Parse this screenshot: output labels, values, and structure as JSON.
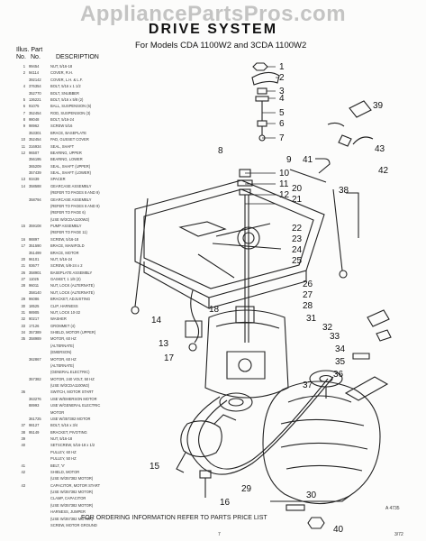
{
  "watermark": "AppliancePartsPros.com",
  "title": "DRIVE SYSTEM",
  "subtitle": "For Models CDA 1100W2 and 3CDA 1100W2",
  "table_header": {
    "illus_label": "Illus. Part",
    "no_label": "No.",
    "part_no_label": "No.",
    "description_label": "DESCRIPTION"
  },
  "parts_list": [
    {
      "no": "1",
      "part": "99454",
      "desc": "NUT, 5/16-18"
    },
    {
      "no": "2",
      "part": "94114",
      "desc": "COVER, R.H."
    },
    {
      "no": "",
      "part": "392142",
      "desc": "COVER, L.H. & L.F."
    },
    {
      "no": "4",
      "part": "376354",
      "desc": "BOLT, 5/16 x 1 1/2"
    },
    {
      "no": "",
      "part": "352770",
      "desc": "BOLT, SNUBBER"
    },
    {
      "no": "5",
      "part": "136221",
      "desc": "BOLT, 5/16 x 5/8 (2)"
    },
    {
      "no": "6",
      "part": "91075",
      "desc": "BALL, SUSPENSION (6)"
    },
    {
      "no": "7",
      "part": "352454",
      "desc": "ROD, SUSPENSION (3)"
    },
    {
      "no": "8",
      "part": "98048",
      "desc": "BOLT, 5/16-24"
    },
    {
      "no": "9",
      "part": "98962",
      "desc": "SCREW 5/16"
    },
    {
      "no": "",
      "part": "353301",
      "desc": "BRACE, BASEPLATE"
    },
    {
      "no": "10",
      "part": "352454",
      "desc": "PAD, GUSSET COVER"
    },
    {
      "no": "11",
      "part": "316934",
      "desc": "SEAL, SHAFT"
    },
    {
      "no": "12",
      "part": "96507",
      "desc": "BEARING, UPPER"
    },
    {
      "no": "",
      "part": "356195",
      "desc": "BEARING, LOWER"
    },
    {
      "no": "",
      "part": "365209",
      "desc": "SEAL, SHAFT (UPPER)"
    },
    {
      "no": "",
      "part": "357439",
      "desc": "SEAL, SHAFT (LOWER)"
    },
    {
      "no": "13",
      "part": "93439",
      "desc": "SPACER"
    },
    {
      "no": "14",
      "part": "358588",
      "desc": "GEARCASE ASSEMBLY"
    },
    {
      "no": "",
      "part": "",
      "desc": "(REFER TO PAGES 8 AND 9)"
    },
    {
      "no": "",
      "part": "358794",
      "desc": "GEARCASE ASSEMBLY"
    },
    {
      "no": "",
      "part": "",
      "desc": "(REFER TO PAGES 8 AND 9)"
    },
    {
      "no": "",
      "part": "",
      "desc": "(REFER TO PAGE 6)"
    },
    {
      "no": "",
      "part": "",
      "desc": "(USE W/3CDA1100W2)"
    },
    {
      "no": "15",
      "part": "359108",
      "desc": "PUMP ASSEMBLY"
    },
    {
      "no": "",
      "part": "",
      "desc": "(REFER TO PAGE 11)"
    },
    {
      "no": "16",
      "part": "98897",
      "desc": "SCREW, 5/16-18"
    },
    {
      "no": "17",
      "part": "351590",
      "desc": "BRACE, MANIFOLD"
    },
    {
      "no": "",
      "part": "351499",
      "desc": "BRACE, MOTOR"
    },
    {
      "no": "20",
      "part": "96101",
      "desc": "NUT, 5/16-24"
    },
    {
      "no": "21",
      "part": "93677",
      "desc": "SCREW, 5/8-24 x 2"
    },
    {
      "no": "26",
      "part": "358901",
      "desc": "BASEPLATE ASSEMBLY"
    },
    {
      "no": "27",
      "part": "11025",
      "desc": "GASKET, 1 1/8 (2)"
    },
    {
      "no": "28",
      "part": "96011",
      "desc": "NUT, LOCK (ALTERNATE)"
    },
    {
      "no": "",
      "part": "358140",
      "desc": "NUT, LOCK (ALTERNATE)"
    },
    {
      "no": "29",
      "part": "96086",
      "desc": "BRACKET, ADJUSTING"
    },
    {
      "no": "30",
      "part": "18525",
      "desc": "CLIP, HARNESS"
    },
    {
      "no": "31",
      "part": "98905",
      "desc": "NUT, LOCK 10-32"
    },
    {
      "no": "32",
      "part": "90217",
      "desc": "WASHER"
    },
    {
      "no": "33",
      "part": "17126",
      "desc": "GROMMET (4)"
    },
    {
      "no": "34",
      "part": "357389",
      "desc": "SHIELD, MOTOR (UPPER)"
    },
    {
      "no": "35",
      "part": "358989",
      "desc": "MOTOR, 60 HZ"
    },
    {
      "no": "",
      "part": "",
      "desc": "(ALTERNATE)"
    },
    {
      "no": "",
      "part": "",
      "desc": "(EMERSON)"
    },
    {
      "no": "",
      "part": "362867",
      "desc": "MOTOR, 60 HZ"
    },
    {
      "no": "",
      "part": "",
      "desc": "(ALTERNATE)"
    },
    {
      "no": "",
      "part": "",
      "desc": "(GENERAL ELECTRIC)"
    },
    {
      "no": "",
      "part": "357382",
      "desc": "MOTOR, 240 VOLT, 50 HZ"
    },
    {
      "no": "",
      "part": "",
      "desc": "(USE W/3CDA1100W2)"
    },
    {
      "no": "36",
      "part": "",
      "desc": "SWITCH, MOTOR START"
    },
    {
      "no": "",
      "part": "363276",
      "desc": "USE W/EMERSON MOTOR"
    },
    {
      "no": "",
      "part": "88993",
      "desc": "USE W/GENERAL ELECTRIC"
    },
    {
      "no": "",
      "part": "",
      "desc": "MOTOR"
    },
    {
      "no": "",
      "part": "361725",
      "desc": "USE W/357382 MOTOR"
    },
    {
      "no": "37",
      "part": "98127",
      "desc": "BOLT, 5/16 x 3/4"
    },
    {
      "no": "38",
      "part": "95149",
      "desc": "BRACKET, PIVOTING"
    },
    {
      "no": "39",
      "part": "",
      "desc": "NUT, 5/16-18"
    },
    {
      "no": "40",
      "part": "",
      "desc": "SETSCREW, 5/16-18 x 1/2"
    },
    {
      "no": "",
      "part": "",
      "desc": "PULLEY, 60 HZ"
    },
    {
      "no": "",
      "part": "",
      "desc": "PULLEY, 50 HZ"
    },
    {
      "no": "41",
      "part": "",
      "desc": "BELT, 'V'"
    },
    {
      "no": "42",
      "part": "",
      "desc": "SHIELD, MOTOR"
    },
    {
      "no": "",
      "part": "",
      "desc": "(USE W/357382 MOTOR)"
    },
    {
      "no": "43",
      "part": "",
      "desc": "CAPACITOR, MOTOR START"
    },
    {
      "no": "",
      "part": "",
      "desc": "(USE W/357382 MOTOR)"
    },
    {
      "no": "",
      "part": "",
      "desc": "CLAMP, CAPACITOR"
    },
    {
      "no": "",
      "part": "",
      "desc": "(USE W/357382 MOTOR)"
    },
    {
      "no": "",
      "part": "",
      "desc": "HARNESS, JUMPER"
    },
    {
      "no": "",
      "part": "",
      "desc": "(USE W/357382 MOTOR)"
    },
    {
      "no": "",
      "part": "",
      "desc": "SCREW, MOTOR GROUND"
    }
  ],
  "callouts": [
    "1",
    "2",
    "3",
    "4",
    "5",
    "6",
    "7",
    "8",
    "9",
    "10",
    "11",
    "12",
    "13",
    "14",
    "15",
    "16",
    "17",
    "18",
    "20",
    "21",
    "22",
    "23",
    "24",
    "25",
    "26",
    "27",
    "28",
    "29",
    "30",
    "31",
    "32",
    "33",
    "34",
    "35",
    "36",
    "37",
    "38",
    "39",
    "40",
    "41",
    "42",
    "43"
  ],
  "footer_text": "FOR ORDERING INFORMATION REFER TO PARTS PRICE LIST",
  "page_number": "7",
  "figure_code": "A 4735",
  "doc_code": "3/72"
}
